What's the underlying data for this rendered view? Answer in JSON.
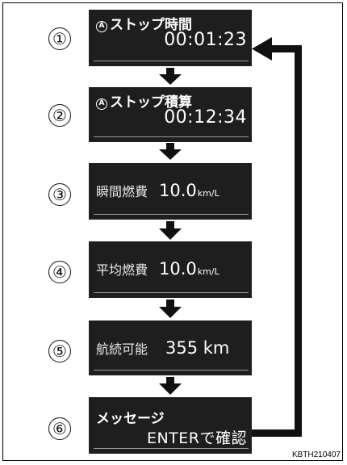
{
  "steps": [
    {
      "number": "①",
      "top_label": "ストップ時間",
      "top_icon": "A",
      "value": "00:01:23"
    },
    {
      "number": "②",
      "top_label": "ストップ積算",
      "top_icon": "A",
      "value": "00:12:34"
    },
    {
      "number": "③",
      "label": "瞬間燃費",
      "value": "10.0",
      "unit": "km/L"
    },
    {
      "number": "④",
      "label": "平均燃費",
      "value": "10.0",
      "unit": "km/L"
    },
    {
      "number": "⑤",
      "label": "航続可能",
      "value": "355 km"
    },
    {
      "number": "⑥",
      "top_label": "メッセージ",
      "value": "ENTERで確認"
    }
  ],
  "figure_id": "KBTH210407"
}
